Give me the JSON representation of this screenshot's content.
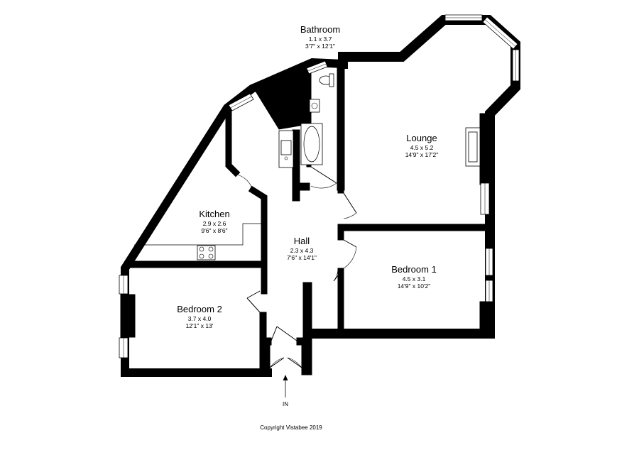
{
  "rooms": {
    "bathroom": {
      "name": "Bathroom",
      "metric": "1.1 x 3.7",
      "imperial": "3'7\" x 12'1\""
    },
    "lounge": {
      "name": "Lounge",
      "metric": "4.5 x 5.2",
      "imperial": "14'9\" x 17'2\""
    },
    "kitchen": {
      "name": "Kitchen",
      "metric": "2.9 x 2.6",
      "imperial": "9'6\" x 8'6\""
    },
    "hall": {
      "name": "Hall",
      "metric": "2.3 x 4.3",
      "imperial": "7'6\" x 14'1\""
    },
    "bedroom1": {
      "name": "Bedroom 1",
      "metric": "4.5 x 3.1",
      "imperial": "14'9\" x 10'2\""
    },
    "bedroom2": {
      "name": "Bedroom 2",
      "metric": "3.7 x 4.0",
      "imperial": "12'1\" x 13'"
    }
  },
  "entrance": {
    "label": "IN"
  },
  "copyright": "Copyright Vistabee 2019",
  "colors": {
    "wall": "#000000",
    "background": "#ffffff"
  }
}
